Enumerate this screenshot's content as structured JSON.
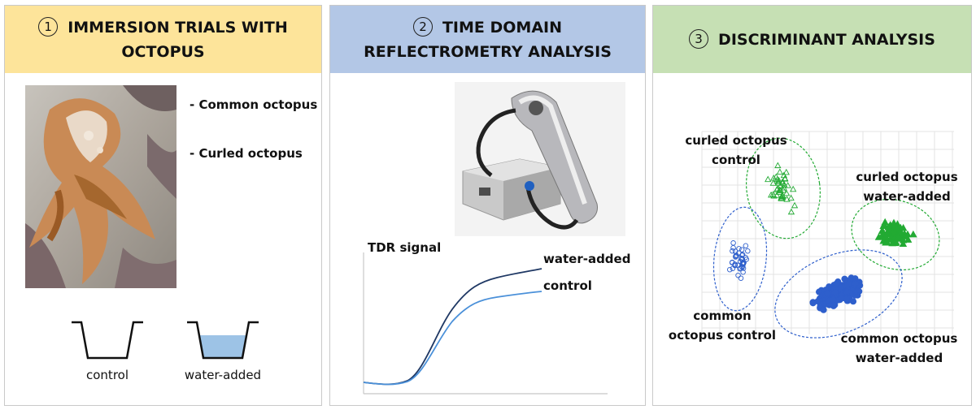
{
  "panels": [
    {
      "number": "1",
      "title_line1": "IMMERSION TRIALS WITH",
      "title_line2": "OCTOPUS",
      "species": [
        "- Common octopus",
        "- Curled octopus"
      ],
      "containers": {
        "control": "control",
        "water_added": "water-added"
      }
    },
    {
      "number": "2",
      "title_line1": "TIME DOMAIN",
      "title_line2": "REFLECTROMETRY ANALYSIS",
      "signal_label": "TDR signal",
      "curves": {
        "water_added": "water-added",
        "control": "control"
      }
    },
    {
      "number": "3",
      "title_line1": "DISCRIMINANT ANALYSIS",
      "groups": {
        "curled_control": [
          "curled octopus",
          "control"
        ],
        "curled_water": [
          "curled octopus",
          "water-added"
        ],
        "common_control": [
          "common",
          "octopus control"
        ],
        "common_water": [
          "common octopus",
          "water-added"
        ]
      }
    }
  ],
  "colors": {
    "header_1": "#fde49a",
    "header_2": "#b3c7e6",
    "header_3": "#c6e0b4",
    "green": "#22aa33",
    "blue": "#2e5fcc",
    "water": "#9dc3e6",
    "curve_dark": "#1f3864",
    "curve_light": "#4a90d9"
  }
}
